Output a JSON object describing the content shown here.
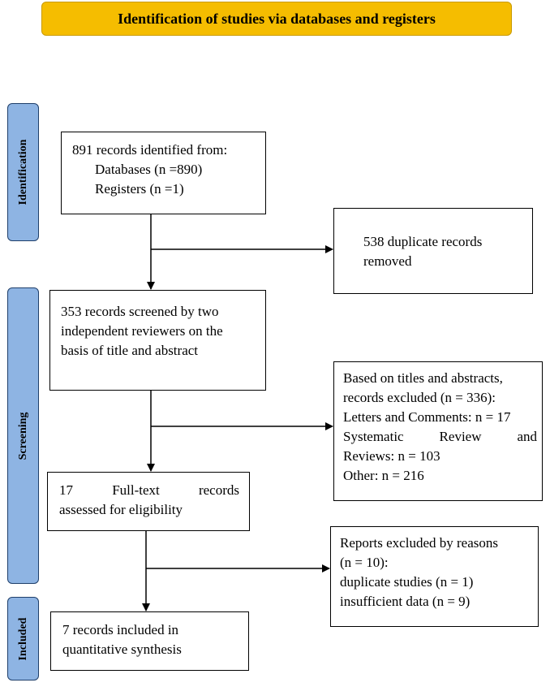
{
  "title": "Identification of studies via databases and registers",
  "phases": {
    "identification": "Identification",
    "screening": "Screening",
    "included": "Included"
  },
  "boxes": {
    "identified": {
      "line1": "891 records identified from:",
      "line2": "Databases (n =890)",
      "line3": "Registers (n =1)"
    },
    "duplicates": {
      "line1": "538 duplicate records",
      "line2": "removed"
    },
    "screened": {
      "line1": "353 records screened by two",
      "line2": "independent reviewers on the",
      "line3": "basis of title and abstract"
    },
    "excluded_title": {
      "line1": "Based on titles and abstracts,",
      "line2": "records excluded (n = 336):",
      "line3": "Letters and Comments: n = 17",
      "line4": "Systematic Review and",
      "line5": "Reviews: n = 103",
      "line6": "Other: n = 216"
    },
    "fulltext": {
      "line1": "17 Full-text records",
      "line2": "assessed for eligibility"
    },
    "excluded_reasons": {
      "line1": "Reports excluded by reasons",
      "line2": "(n = 10):",
      "line3": "duplicate studies (n = 1)",
      "line4": "insufficient data (n = 9)"
    },
    "included": {
      "line1": "7 records included in",
      "line2": "quantitative synthesis"
    }
  },
  "colors": {
    "banner": "#f5bd00",
    "phase": "#8eb4e3",
    "phase_border": "#1f3f6b"
  }
}
